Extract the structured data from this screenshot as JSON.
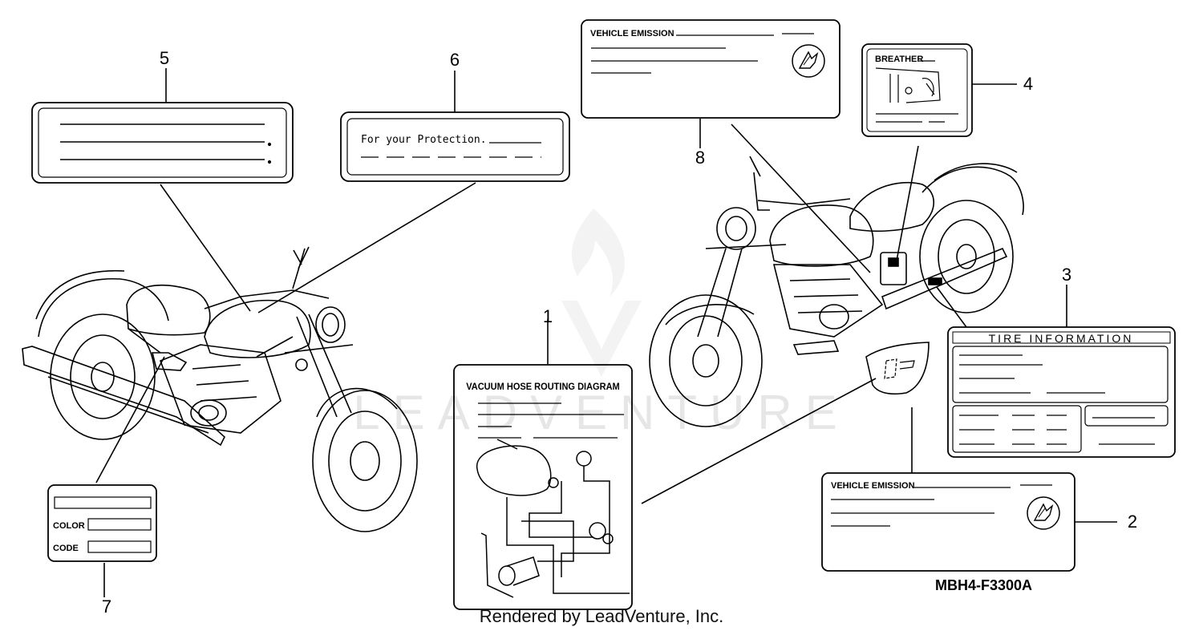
{
  "diagram": {
    "watermark": "LEADVENTURE",
    "footer_text": "Rendered by LeadVenture, Inc.",
    "part_code": "MBH4-F3300A",
    "callouts": [
      "1",
      "2",
      "3",
      "4",
      "5",
      "6",
      "7",
      "8"
    ],
    "labels": {
      "protection": "For your Protection.",
      "emission_top": "VEHICLE EMISSION",
      "emission_bottom": "VEHICLE EMISSION",
      "breather": "BREATHER",
      "tire": "TIRE INFORMATION",
      "vacuum": "VACUUM HOSE ROUTING DIAGRAM",
      "color": "COLOR",
      "code": "CODE"
    },
    "icons": [
      "wing-logo-icon",
      "motorcycle-left",
      "motorcycle-right"
    ]
  }
}
